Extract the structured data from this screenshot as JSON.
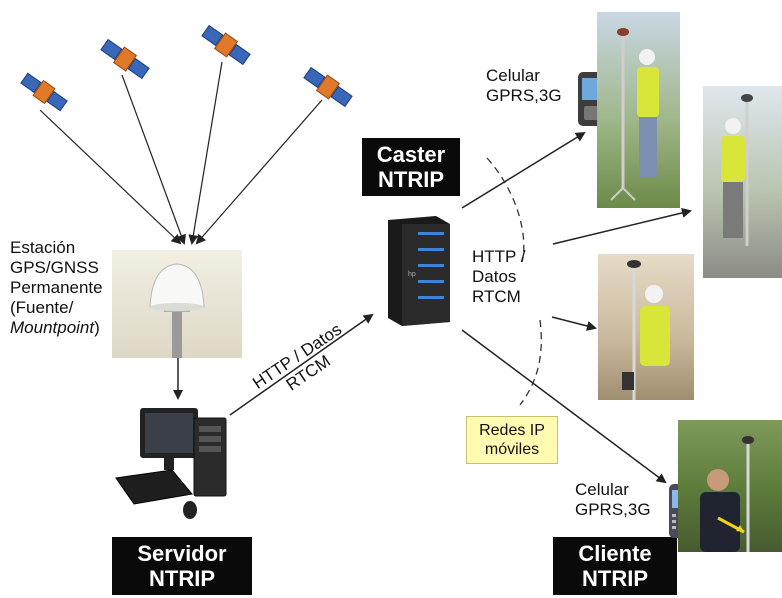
{
  "station": {
    "line1": "Estación",
    "line2": "GPS/GNSS",
    "line3": "Permanente",
    "line4": "(Fuente/",
    "line5_italic": "Mountpoint",
    "line5_tail": ")"
  },
  "caster": {
    "line1": "Caster",
    "line2": "NTRIP"
  },
  "servidor": {
    "line1": "Servidor",
    "line2": "NTRIP"
  },
  "cliente": {
    "line1": "Cliente",
    "line2": "NTRIP"
  },
  "link_server_caster": {
    "line1": "HTTP / Datos",
    "line2": "RTCM"
  },
  "link_caster_clients": {
    "line1": "HTTP /",
    "line2": "Datos",
    "line3": "RTCM"
  },
  "phone_top": {
    "line1": "Celular",
    "line2": "GPRS,3G"
  },
  "phone_bottom": {
    "line1": "Celular",
    "line2": "GPRS,3G"
  },
  "mobile_networks": {
    "line1": "Redes IP",
    "line2": "móviles"
  },
  "server_brand": "hp",
  "colors": {
    "label_box": "#0a0a0a",
    "network_box": "#fffbb0",
    "satellite_panel": "#3a68b8",
    "satellite_body": "#e07a2a",
    "arrow": "#222222"
  }
}
